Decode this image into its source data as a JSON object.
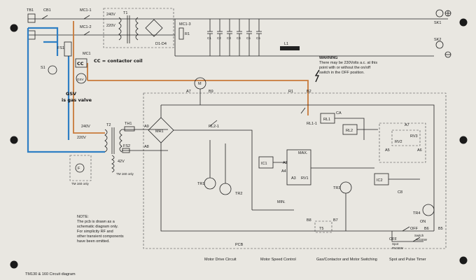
{
  "diagram": {
    "title": "TM130 & 160 Circuit diagram",
    "note": [
      "NOTE:",
      "The pcb is drawn as a",
      "schematic diagram only.",
      "For simplicity RF and",
      "other transient components",
      "have been omitted."
    ],
    "warning": [
      "WARNING",
      "There may be 230Volts a.c. at this",
      "point with or without the on/off",
      "switch in the OFF position."
    ],
    "annotations": {
      "contactor": "CC = contactor coil",
      "gas_line1": "GSV",
      "gas_line2": "is gas valve",
      "cc_box": "CC"
    },
    "sections": [
      "Motor Drive Circuit",
      "Motor Speed Control",
      "Gas/Contactor and Motor Switching",
      "Spot and Pulse Timer"
    ],
    "pcb_label": "PCB",
    "labels": {
      "tb1": "TB1",
      "cb1": "CB1",
      "mc1_1": "MC1-1",
      "mc1_2": "MC1-2",
      "mc1_3": "MC1-3",
      "mc1": "MC1",
      "v240": "240V",
      "v220": "220V",
      "v240b": "240V",
      "v220b": "220V",
      "t1": "T1",
      "t2": "T2",
      "d1d4": "D1-D4",
      "r1": "R1",
      "c1": "C1",
      "c2": "C2",
      "c3": "C3",
      "c4": "C4",
      "c5": "C5",
      "c6": "C6",
      "l1": "L1",
      "sk1": "SK1",
      "sk2": "SK2",
      "fs1": "FS1",
      "fs2": "FS2",
      "s1": "S1",
      "gsv": "GSV",
      "th1": "TH1",
      "a9": "A9",
      "a8": "A8",
      "mr1": "MR1",
      "a7": "A7",
      "b9": "B9",
      "m": "M",
      "r1b": "R1",
      "b2": "B2",
      "rl1_1": "RL1-1",
      "rl2_1": "RL2-1",
      "rl1": "RL1",
      "rl2": "RL2",
      "ca": "CA",
      "ic1": "IC1",
      "ic2": "IC2",
      "a2": "A2",
      "a3": "A3",
      "a4": "A4",
      "max": "MAX.",
      "rv1": "RV1",
      "min": "MIN.",
      "tr1": "TR1",
      "tr2": "TR2",
      "tr3": "TR3",
      "tr4": "TR4",
      "v42": "42V",
      "tm160a": "TM 160 only",
      "tm160b": "TM 160 only",
      "a5": "A5",
      "a6": "A6",
      "a7b": "A7",
      "rv2": "RV2",
      "rv3": "RV3",
      "c8": "C8",
      "b8": "B8",
      "b7": "B7",
      "t5": "T5",
      "b5": "B5",
      "b6": "B6",
      "on": "ON",
      "off": "OFF",
      "off2": "OFF",
      "spot": "Spot",
      "rv2sw": "RV2SW",
      "pulse": "Switch",
      "rv3sw": "RV3SW",
      "f": "F",
      "plus": "+",
      "minus": "−"
    }
  }
}
